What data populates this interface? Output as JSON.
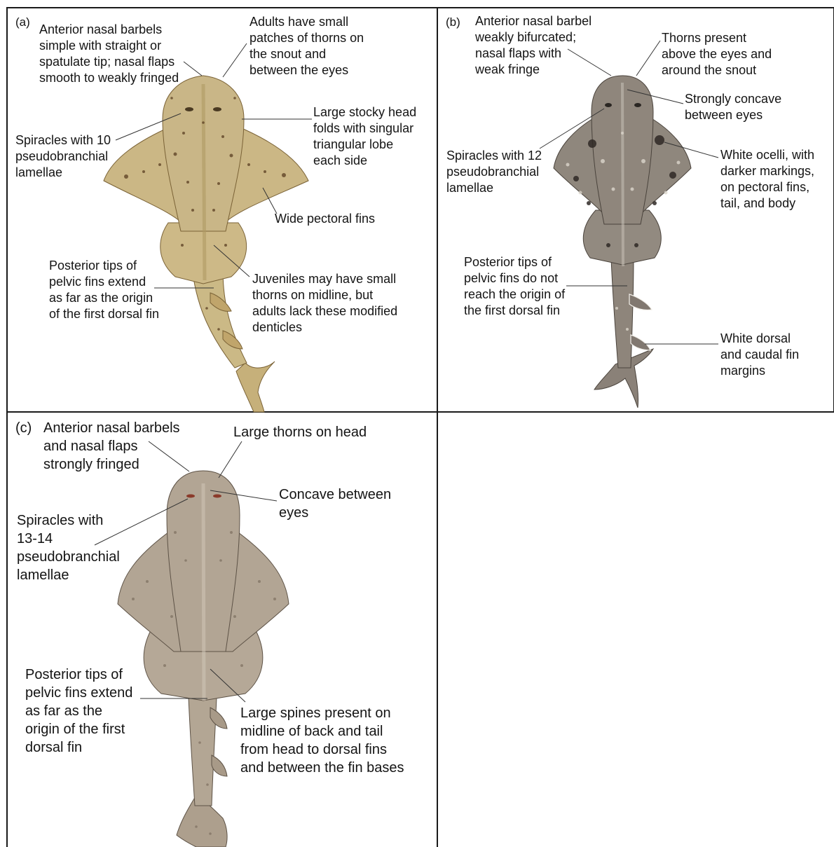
{
  "panels": [
    {
      "id": "a",
      "tag": "(a)",
      "body_color": "#c9b687",
      "spot_color": "#5a3e22",
      "labels": [
        {
          "id": "barbels",
          "lines": [
            "Anterior nasal barbels",
            "simple with straight or",
            "spatulate tip; nasal flaps",
            "smooth to weakly fringed"
          ]
        },
        {
          "id": "thorns",
          "lines": [
            "Adults have small",
            "patches of thorns on",
            "the snout and",
            "between the eyes"
          ]
        },
        {
          "id": "head",
          "lines": [
            "Large stocky head",
            "folds with singular",
            "triangular lobe",
            "each side"
          ]
        },
        {
          "id": "spiracles",
          "lines": [
            "Spiracles with 10",
            "pseudobranchial",
            "lamellae"
          ]
        },
        {
          "id": "pectoral",
          "lines": [
            "Wide pectoral fins"
          ]
        },
        {
          "id": "pelvic",
          "lines": [
            "Posterior tips of",
            "pelvic fins extend",
            "as far as the origin",
            "of the first dorsal fin"
          ]
        },
        {
          "id": "juveniles",
          "lines": [
            "Juveniles may have small",
            "thorns on midline, but",
            "adults lack these modified",
            "denticles"
          ]
        }
      ]
    },
    {
      "id": "b",
      "tag": "(b)",
      "body_color": "#8f867c",
      "spot_color": "#3b342e",
      "labels": [
        {
          "id": "barbel",
          "lines": [
            "Anterior nasal barbel",
            "weakly bifurcated;",
            "nasal flaps with",
            "weak fringe"
          ]
        },
        {
          "id": "thorns",
          "lines": [
            "Thorns present",
            "above the eyes and",
            "around the snout"
          ]
        },
        {
          "id": "concave",
          "lines": [
            "Strongly concave",
            "between eyes"
          ]
        },
        {
          "id": "spiracles",
          "lines": [
            "Spiracles with 12",
            "pseudobranchial",
            "lamellae"
          ]
        },
        {
          "id": "ocelli",
          "lines": [
            "White ocelli, with",
            "darker markings,",
            "on pectoral fins,",
            "tail, and body"
          ]
        },
        {
          "id": "pelvic",
          "lines": [
            "Posterior tips of",
            "pelvic fins do not",
            "reach the origin of",
            "the first dorsal fin"
          ]
        },
        {
          "id": "margins",
          "lines": [
            "White dorsal",
            "and caudal fin",
            "margins"
          ]
        }
      ]
    },
    {
      "id": "c",
      "tag": "(c)",
      "body_color": "#b2a594",
      "spot_color": "#7d6f60",
      "labels": [
        {
          "id": "barbels",
          "lines": [
            "Anterior nasal barbels",
            "and nasal flaps",
            "strongly fringed"
          ]
        },
        {
          "id": "thorns",
          "lines": [
            "Large thorns on head"
          ]
        },
        {
          "id": "concave",
          "lines": [
            "Concave between",
            "eyes"
          ]
        },
        {
          "id": "spiracles",
          "lines": [
            "Spiracles with",
            "13-14",
            "pseudobranchial",
            "lamellae"
          ]
        },
        {
          "id": "pelvic",
          "lines": [
            "Posterior tips of",
            "pelvic fins extend",
            "as far as the",
            "origin of the first",
            "dorsal fin"
          ]
        },
        {
          "id": "spines",
          "lines": [
            "Large spines present on",
            "midline of back and tail",
            "from head to dorsal fins",
            "and between the fin bases"
          ]
        }
      ]
    }
  ]
}
